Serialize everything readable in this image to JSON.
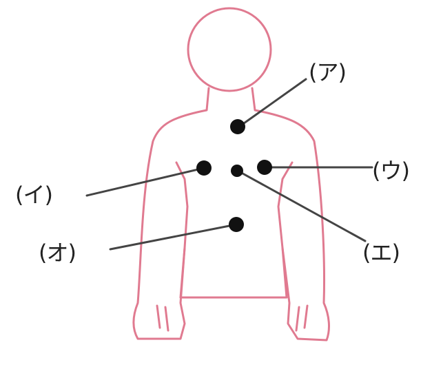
{
  "diagram": {
    "colors": {
      "outline": "#e07a90",
      "dot": "#111111",
      "leader": "#444444"
    },
    "points": [
      {
        "id": "a",
        "label": "(ア)"
      },
      {
        "id": "i",
        "label": "(イ)"
      },
      {
        "id": "u",
        "label": "(ウ)"
      },
      {
        "id": "e",
        "label": "(エ)"
      },
      {
        "id": "o",
        "label": "(オ)"
      }
    ]
  }
}
